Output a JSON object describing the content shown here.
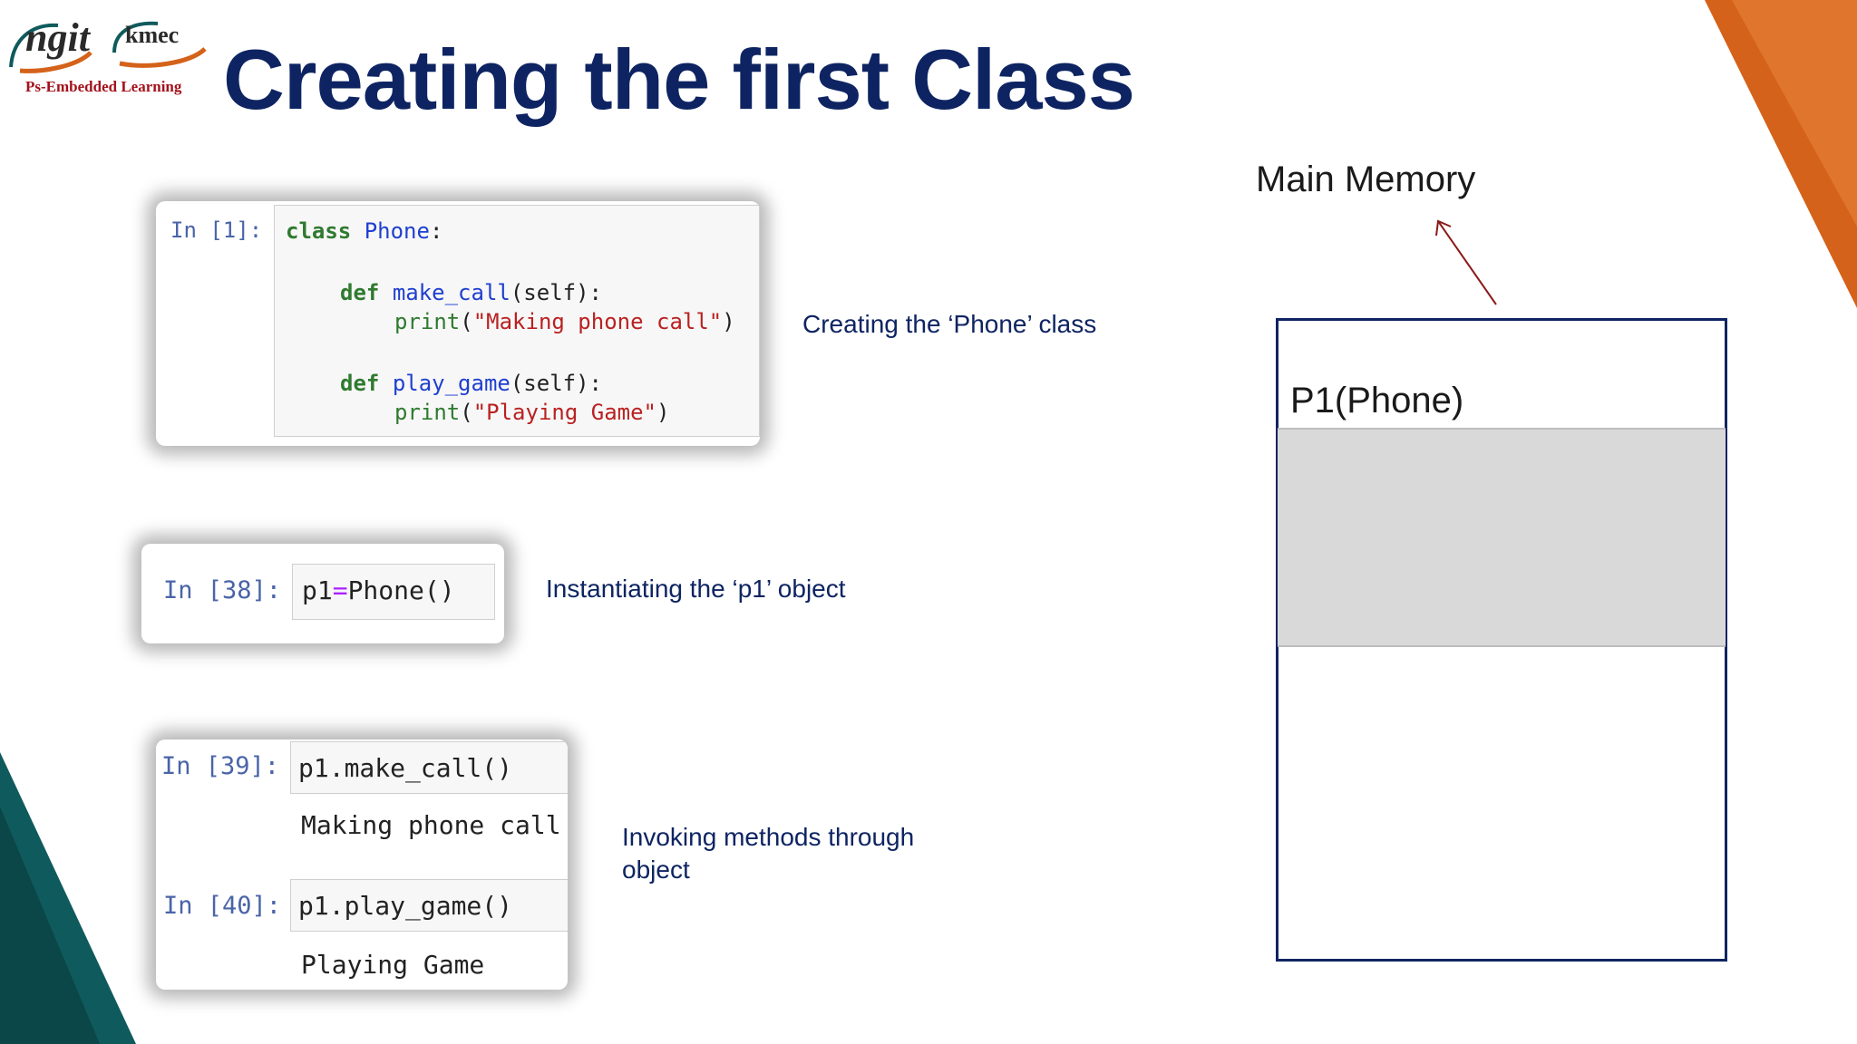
{
  "logo": {
    "left_word": "ngit",
    "right_word": "kmec",
    "tagline": "Ps-Embedded Learning"
  },
  "title": "Creating the first Class",
  "cells": {
    "class_def": {
      "prompt": "In [1]:",
      "line1_kw": "class",
      "line1_name": "Phone",
      "line1_end": ":",
      "m1_kw": "def",
      "m1_name": "make_call",
      "m1_args": "(self):",
      "m1_print": "print",
      "m1_open": "(",
      "m1_str": "\"Making phone call\"",
      "m1_close": ")",
      "m2_kw": "def",
      "m2_name": "play_game",
      "m2_args": "(self):",
      "m2_print": "print",
      "m2_open": "(",
      "m2_str": "\"Playing Game\"",
      "m2_close": ")"
    },
    "instantiate": {
      "prompt": "In [38]:",
      "var": "p1",
      "op": "=",
      "call": "Phone()"
    },
    "invoke": {
      "prompt1": "In [39]:",
      "code1": "p1.make_call()",
      "out1": "Making phone call",
      "prompt2": "In [40]:",
      "code2": "p1.play_game()",
      "out2": "Playing Game"
    }
  },
  "captions": {
    "class": "Creating the ‘Phone’ class",
    "instantiate": "Instantiating the ‘p1’ object",
    "invoke_line1": "Invoking methods through",
    "invoke_line2": "object"
  },
  "memory": {
    "label": "Main Memory",
    "object_label": "P1(Phone)"
  },
  "colors": {
    "title": "#0e2462",
    "accent_orange": "#d4621a",
    "accent_teal": "#0f5a5c",
    "memory_object_fill": "#d9d9d9",
    "arrow": "#8b1a1a"
  }
}
